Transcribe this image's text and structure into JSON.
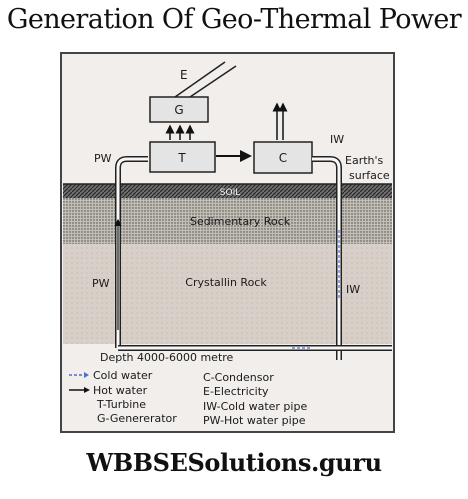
{
  "title": "Generation Of Geo-Thermal Power",
  "footer": "WBBSESolutions.guru",
  "diagram": {
    "generator_label": "G",
    "turbine_label": "T",
    "condenser_label": "C",
    "electricity_label": "E",
    "pw_top_label": "PW",
    "pw_mid_label": "PW",
    "iw_top_label": "IW",
    "iw_mid_label": "IW",
    "earth_surface_label_1": "Earth's",
    "earth_surface_label_2": "surface",
    "soil_label": "SOIL",
    "sedimentary_label": "Sedimentary Rock",
    "crystalline_label": "Crystallin Rock",
    "depth_label": "Depth 4000-6000 metre"
  },
  "legend": {
    "cold_water": "Cold water",
    "hot_water": "Hot water",
    "turbine": "T-Turbine",
    "generator": "G-Genererator",
    "condensor": "C-Condensor",
    "electricity": "E-Electricity",
    "iw_pipe": "IW-Cold water pipe",
    "pw_pipe": "PW-Hot water pipe"
  },
  "colors": {
    "cold_water_arrow": "#4a6fd0",
    "hot_water_arrow": "#1a1a1a",
    "crystalline_rock": "#d6cdc6",
    "sedimentary_rock": "#b9b5ad"
  }
}
